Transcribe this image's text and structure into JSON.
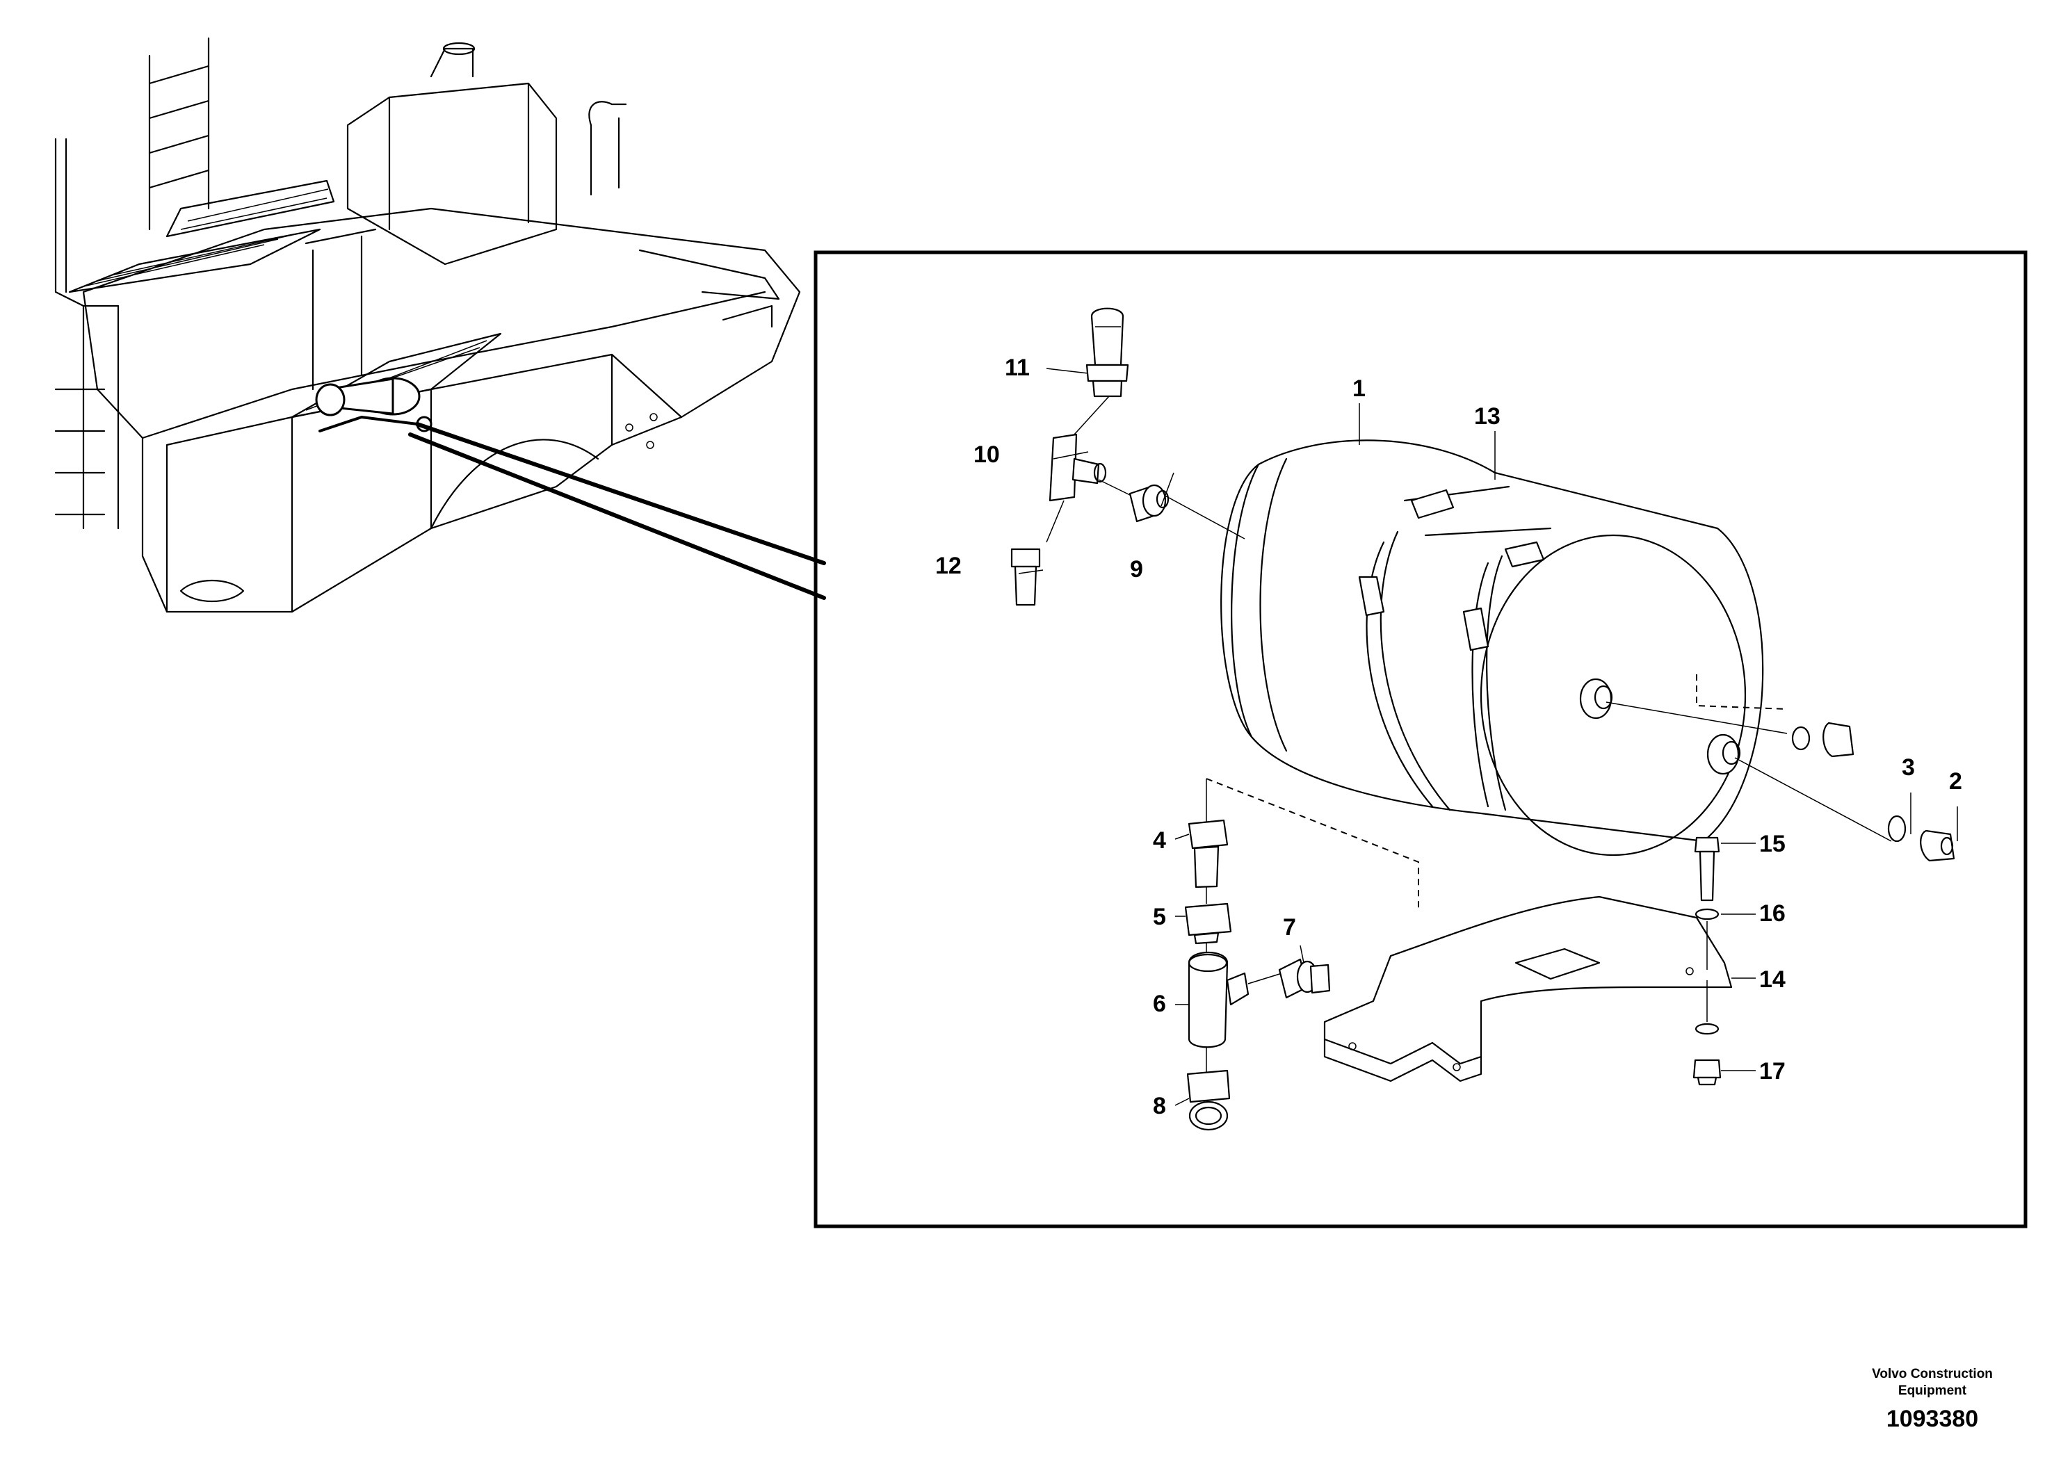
{
  "callouts": {
    "c1": "1",
    "c2": "2",
    "c3": "3",
    "c4": "4",
    "c5": "5",
    "c6": "6",
    "c7": "7",
    "c8": "8",
    "c9": "9",
    "c10": "10",
    "c11": "11",
    "c12": "12",
    "c13": "13",
    "c14": "14",
    "c15": "15",
    "c16": "16",
    "c17": "17"
  },
  "footer": {
    "brand_line_1": "Volvo Construction",
    "brand_line_2": "Equipment",
    "doc_number": "1093380"
  }
}
